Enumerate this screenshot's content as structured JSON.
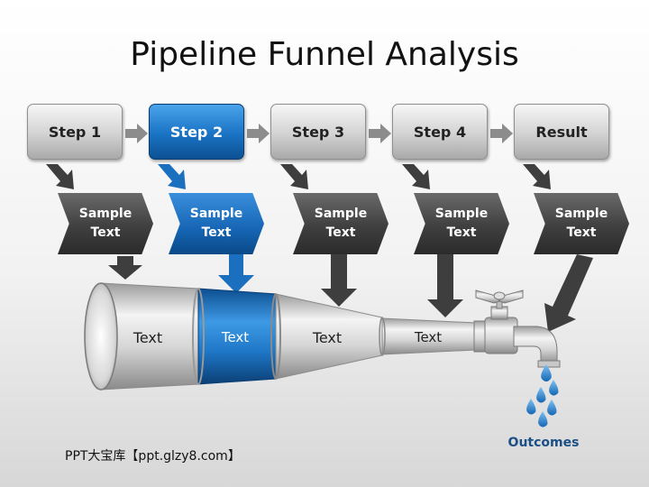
{
  "title": "Pipeline Funnel Analysis",
  "steps": [
    {
      "label": "Step 1",
      "active": false
    },
    {
      "label": "Step 2",
      "active": true
    },
    {
      "label": "Step 3",
      "active": false
    },
    {
      "label": "Step 4",
      "active": false
    },
    {
      "label": "Result",
      "active": false
    }
  ],
  "samples": [
    {
      "label": "Sample Text"
    },
    {
      "label": "Sample Text"
    },
    {
      "label": "Sample Text"
    },
    {
      "label": "Sample Text"
    },
    {
      "label": "Sample Text"
    }
  ],
  "funnel_segments": [
    {
      "label": "Text"
    },
    {
      "label": "Text"
    },
    {
      "label": "Text"
    },
    {
      "label": "Text"
    }
  ],
  "outcomes_label": "Outcomes",
  "footer": "PPT大宝库【ppt.glzy8.com】",
  "colors": {
    "accent_blue": "#1a73c4",
    "dark_gray": "#3f3f3f",
    "light_gray": "#d2d2d2"
  },
  "icons": [
    "arrow-right-icon",
    "arrow-down-icon",
    "faucet-icon",
    "water-drop-icon"
  ]
}
